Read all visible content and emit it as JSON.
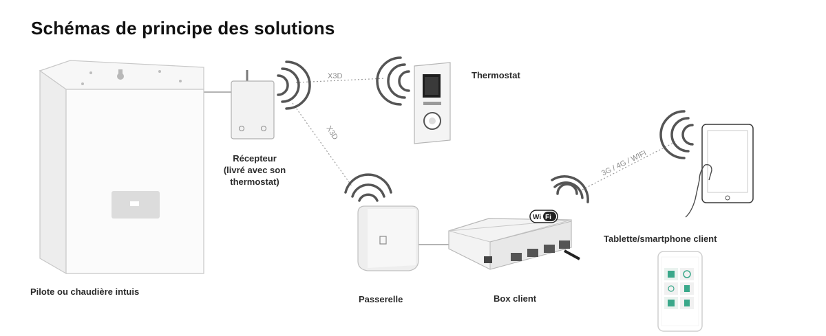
{
  "title": "Schémas de principe des solutions",
  "labels": {
    "chaudiere": "Pilote ou chaudière intuis",
    "recepteur_l1": "Récepteur",
    "recepteur_l2": "(livré avec son",
    "recepteur_l3": "thermostat)",
    "thermostat": "Thermostat",
    "passerelle": "Passerelle",
    "box": "Box client",
    "tablette": "Tablette/smartphone client"
  },
  "links": {
    "x3d_top": "X3D",
    "x3d_diag": "X3D",
    "mobile": "3G / 4G / WIFI"
  },
  "badges": {
    "wifi_w": "Wi",
    "wifi_fi": "Fi"
  }
}
